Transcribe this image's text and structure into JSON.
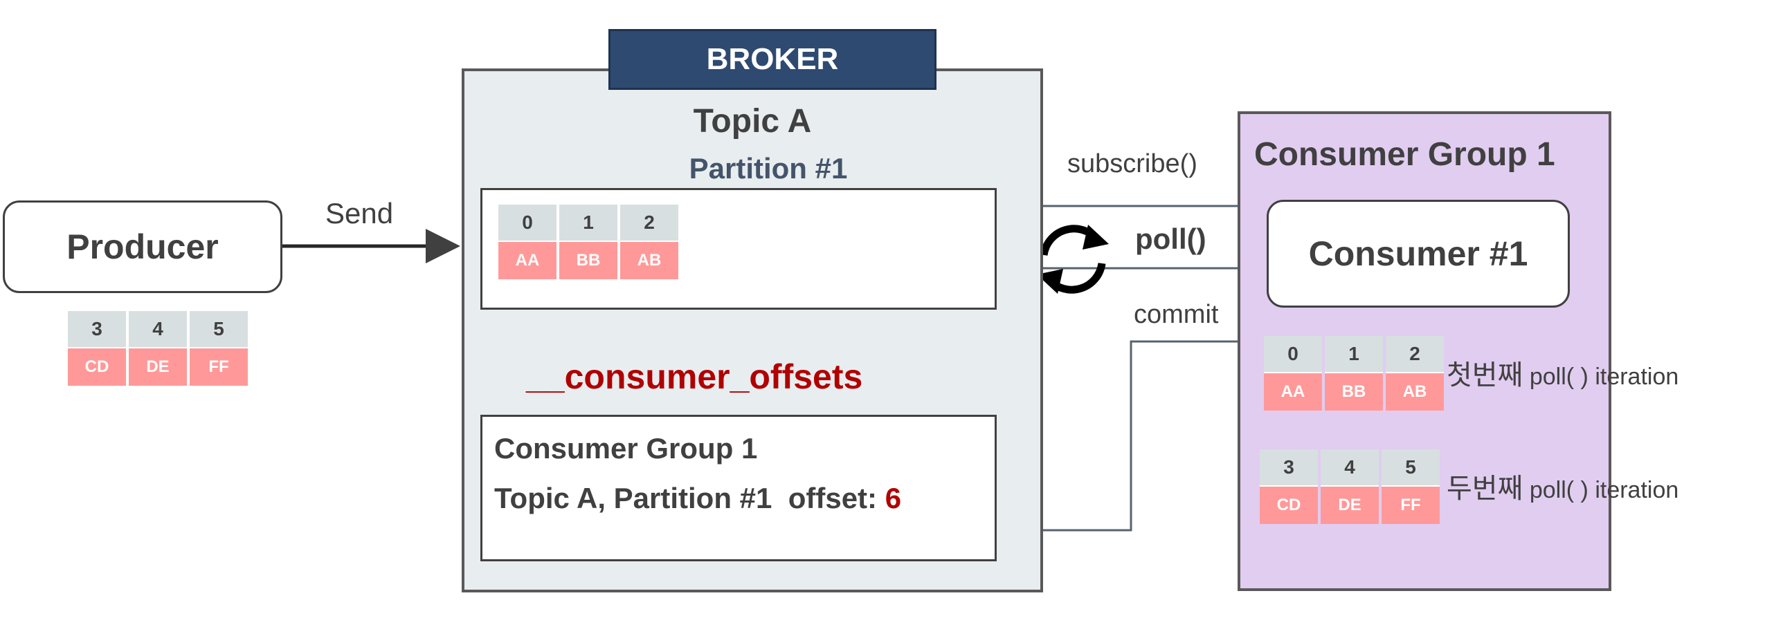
{
  "producer": {
    "label": "Producer",
    "messages": [
      {
        "offset": "3",
        "value": "CD"
      },
      {
        "offset": "4",
        "value": "DE"
      },
      {
        "offset": "5",
        "value": "FF"
      }
    ]
  },
  "broker": {
    "header": "BROKER",
    "topic": "Topic A",
    "partition": "Partition #1",
    "partition_messages": [
      {
        "offset": "0",
        "value": "AA"
      },
      {
        "offset": "1",
        "value": "BB"
      },
      {
        "offset": "2",
        "value": "AB"
      }
    ],
    "offsets_topic": "__consumer_offsets",
    "offsets_group": "Consumer Group 1",
    "offsets_entry_prefix": "Topic A, Partition #1  offset: ",
    "offsets_value": "6"
  },
  "consumer_group": {
    "title": "Consumer Group 1",
    "consumer": "Consumer #1",
    "iterations": [
      {
        "messages": [
          {
            "offset": "0",
            "value": "AA"
          },
          {
            "offset": "1",
            "value": "BB"
          },
          {
            "offset": "2",
            "value": "AB"
          }
        ],
        "label_kr": "첫번째",
        "label_en": " poll( ) iteration"
      },
      {
        "messages": [
          {
            "offset": "3",
            "value": "CD"
          },
          {
            "offset": "4",
            "value": "DE"
          },
          {
            "offset": "5",
            "value": "FF"
          }
        ],
        "label_kr": "두번째",
        "label_en": " poll( ) iteration"
      }
    ]
  },
  "arrows": {
    "send": "Send",
    "subscribe": "subscribe()",
    "poll": "poll()",
    "commit": "commit"
  },
  "colors": {
    "broker_header": "#2e4a71",
    "broker_panel": "#e8edf0",
    "group_panel": "#e1cdf0",
    "offset_cell": "#d8dfe0",
    "value_cell": "#ff9999",
    "highlight": "#b00000"
  },
  "icons": {
    "refresh": "refresh-cycle-icon"
  }
}
